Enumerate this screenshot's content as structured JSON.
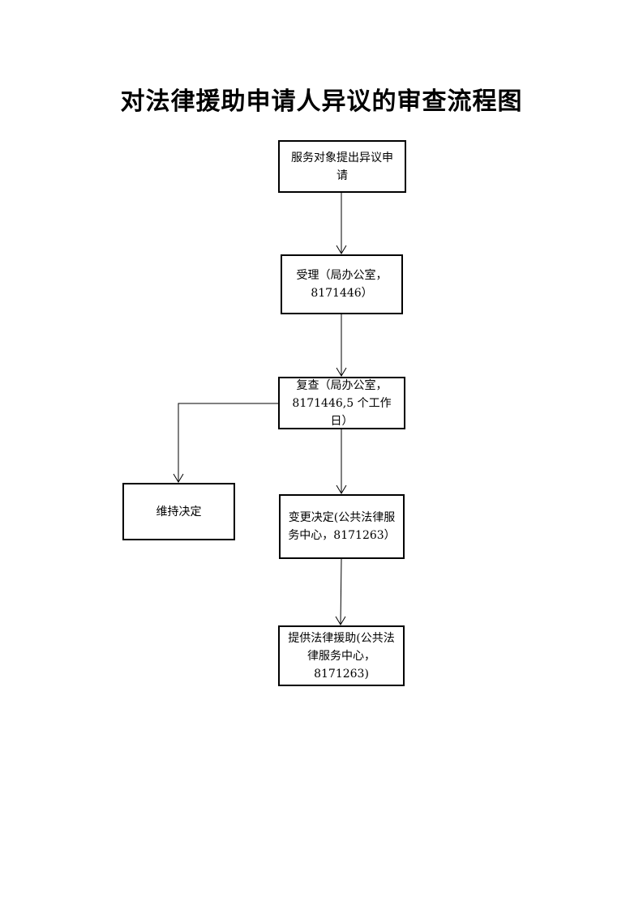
{
  "title": "对法律援助申请人异议的审查流程图",
  "nodes": {
    "apply": "服务对象提出异议申\n请",
    "accept": "受理（局办公室，\n8171446）",
    "review": "复查（局办公室，\n8171446,5 个工作日）",
    "maintain": "维持决定",
    "change": "变更决定(公共法律服\n务中心，8171263）",
    "provide": "提供法律援助(公共法\n律服务中心，8171263)"
  }
}
